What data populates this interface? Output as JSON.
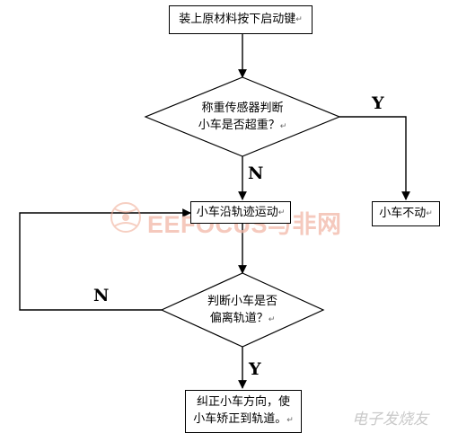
{
  "nodes": {
    "start": "装上原材料按下启动键",
    "weigh_decision": [
      "称重传感器判断",
      "小车是否超重？"
    ],
    "move": "小车沿轨迹运动",
    "stop": "小车不动",
    "track_decision": [
      "判断小车是否",
      "偏离轨道？"
    ],
    "correct": [
      "纠正小车方向，使",
      "小车矫正到轨道。"
    ]
  },
  "edge_labels": {
    "weigh_yes": "Y",
    "weigh_no": "N",
    "track_no": "N",
    "track_yes": "Y"
  },
  "watermarks": {
    "center": "EEFOCUS与非网",
    "corner": "电子发烧友"
  },
  "colors": {
    "line": "#000000",
    "watermark": "#f2b8a8"
  }
}
